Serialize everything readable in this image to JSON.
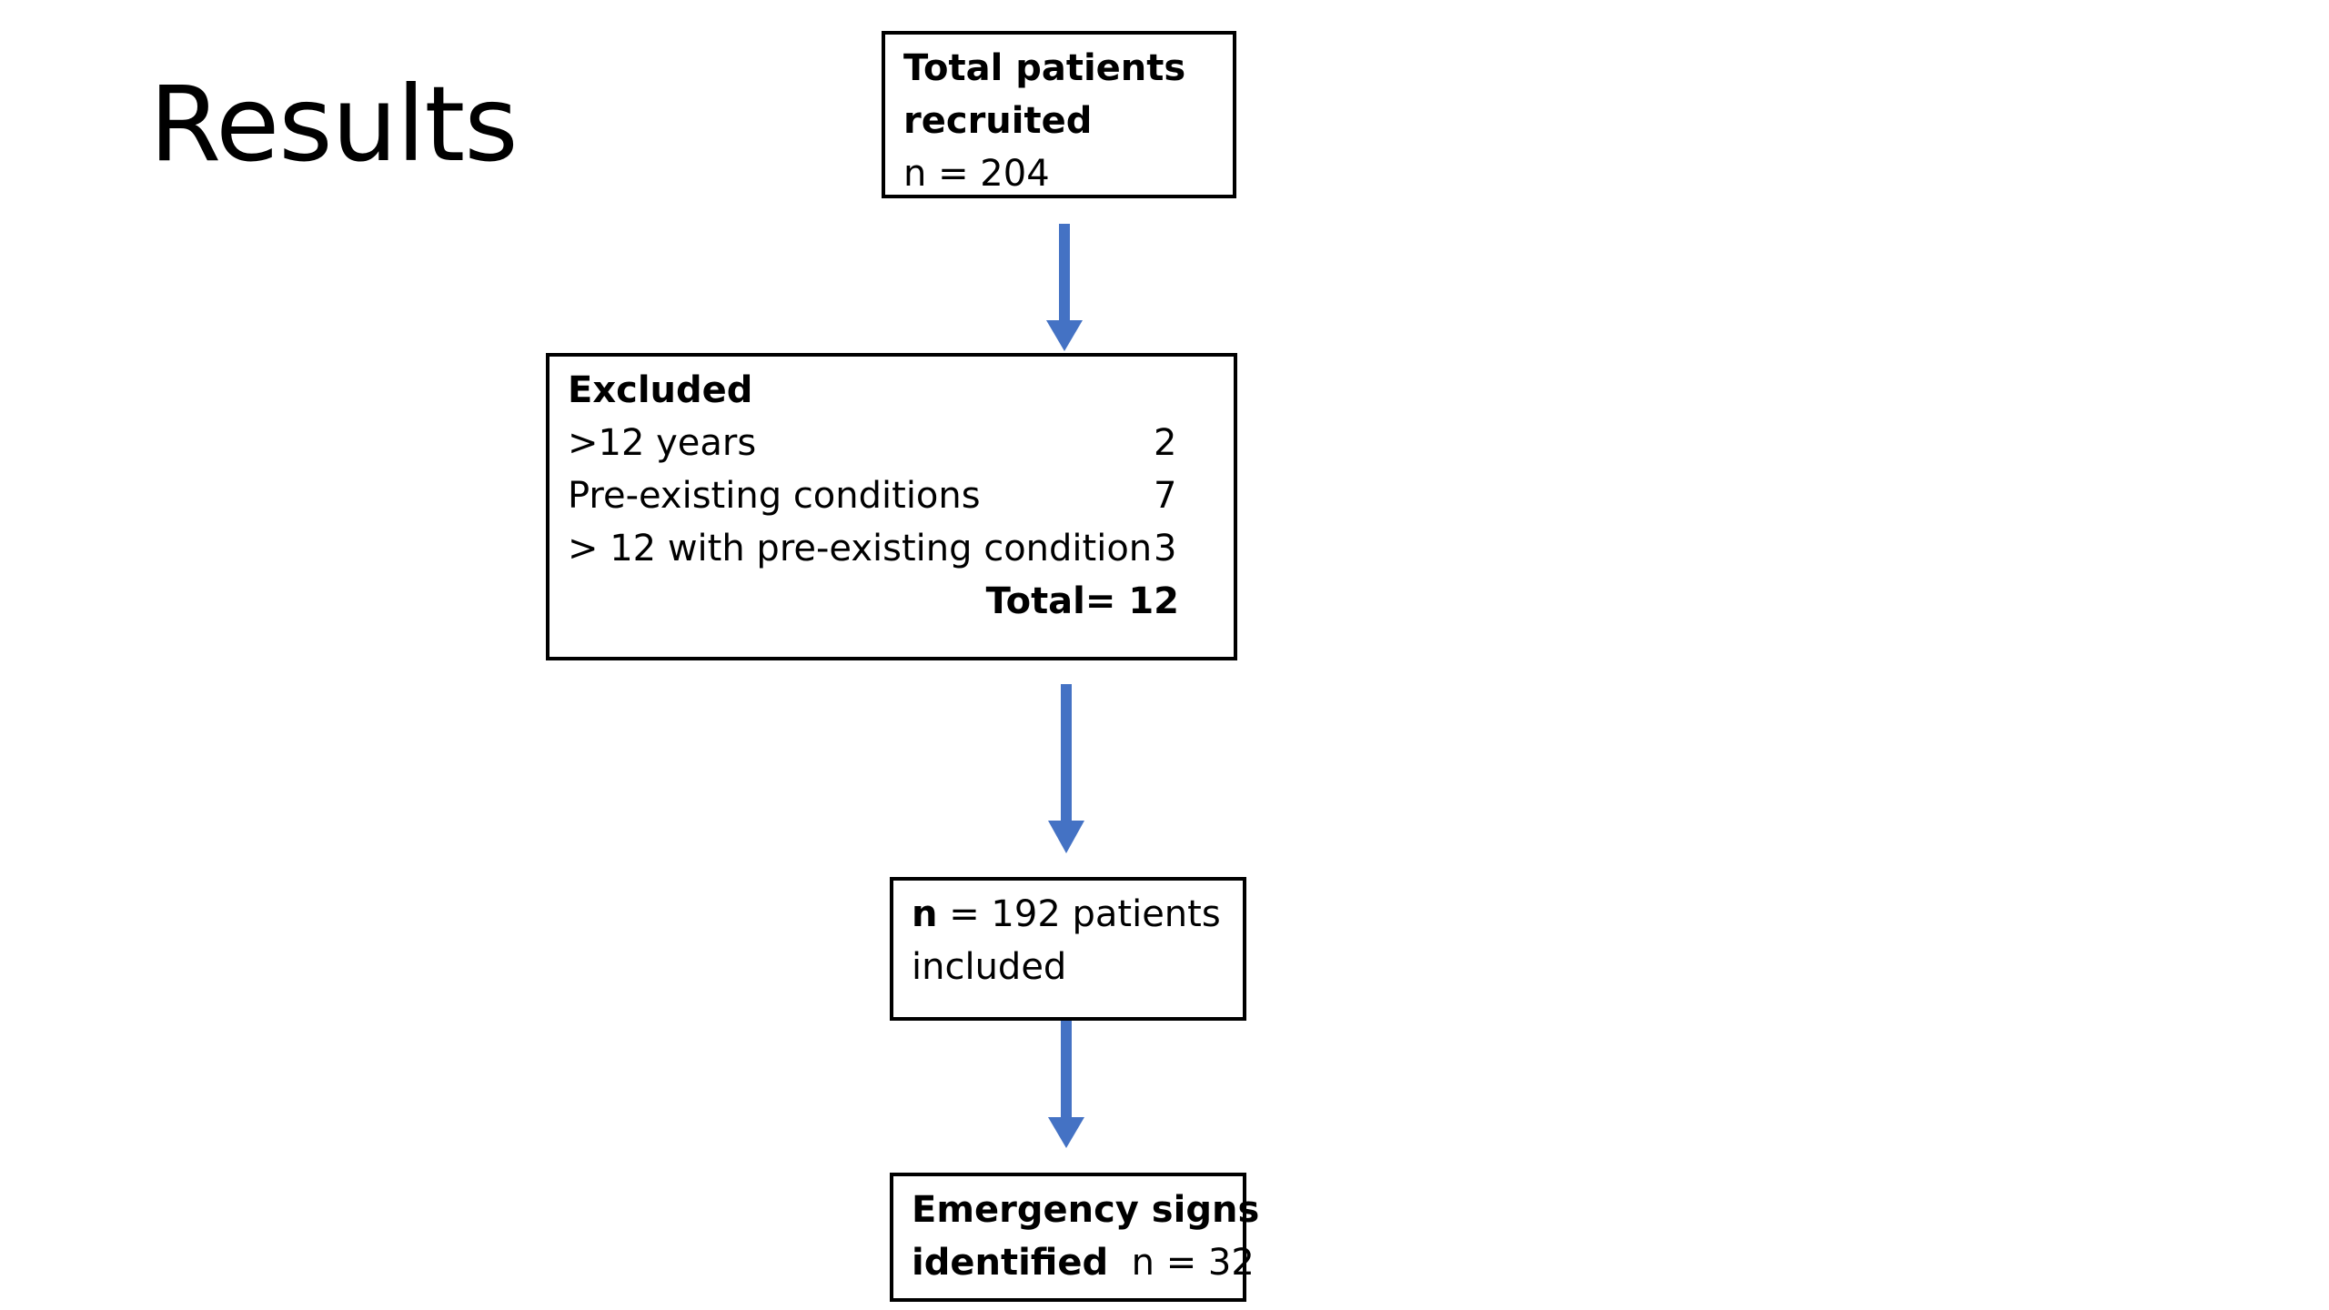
{
  "slide": {
    "title": "Results"
  },
  "flow": {
    "total": {
      "line1": "Total patients",
      "line2": "recruited",
      "count": "n = 204"
    },
    "excluded": {
      "heading": "Excluded",
      "rows": [
        {
          "label": ">12 years",
          "count": "2"
        },
        {
          "label": "Pre-existing conditions",
          "count": "7"
        },
        {
          "label": "> 12 with pre-existing condition",
          "count": "3"
        }
      ],
      "total": "Total= 12"
    },
    "included": {
      "n_label": "n",
      "line1_rest": " = 192 patients",
      "line2": "included"
    },
    "emergency": {
      "line1": "Emergency signs",
      "line2_bold": "identified",
      "line2_rest": "  n = 32"
    }
  },
  "colors": {
    "arrow": "#4472C4",
    "border": "#000000",
    "background": "#ffffff"
  }
}
